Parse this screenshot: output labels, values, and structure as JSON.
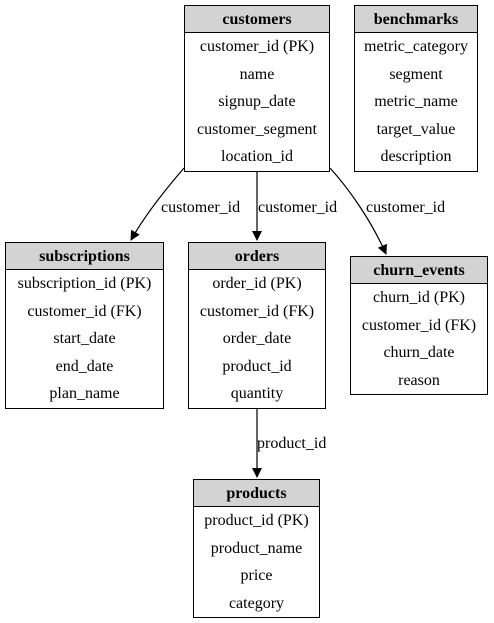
{
  "colors": {
    "header_fill": "#d3d3d3",
    "border": "#000000",
    "edge": "#000000",
    "background": "#ffffff"
  },
  "entities": [
    {
      "id": "customers",
      "title": "customers",
      "fields": [
        "customer_id (PK)",
        "name",
        "signup_date",
        "customer_segment",
        "location_id"
      ]
    },
    {
      "id": "benchmarks",
      "title": "benchmarks",
      "fields": [
        "metric_category",
        "segment",
        "metric_name",
        "target_value",
        "description"
      ]
    },
    {
      "id": "subscriptions",
      "title": "subscriptions",
      "fields": [
        "subscription_id (PK)",
        "customer_id (FK)",
        "start_date",
        "end_date",
        "plan_name"
      ]
    },
    {
      "id": "orders",
      "title": "orders",
      "fields": [
        "order_id (PK)",
        "customer_id (FK)",
        "order_date",
        "product_id",
        "quantity"
      ]
    },
    {
      "id": "churn_events",
      "title": "churn_events",
      "fields": [
        "churn_id (PK)",
        "customer_id (FK)",
        "churn_date",
        "reason"
      ]
    },
    {
      "id": "products",
      "title": "products",
      "fields": [
        "product_id (PK)",
        "product_name",
        "price",
        "category"
      ]
    }
  ],
  "edges": [
    {
      "id": "customers-subscriptions",
      "from": "customers",
      "to": "subscriptions",
      "label": "customer_id"
    },
    {
      "id": "customers-orders",
      "from": "customers",
      "to": "orders",
      "label": "customer_id"
    },
    {
      "id": "customers-churn_events",
      "from": "customers",
      "to": "churn_events",
      "label": "customer_id"
    },
    {
      "id": "orders-products",
      "from": "orders",
      "to": "products",
      "label": "product_id"
    }
  ]
}
